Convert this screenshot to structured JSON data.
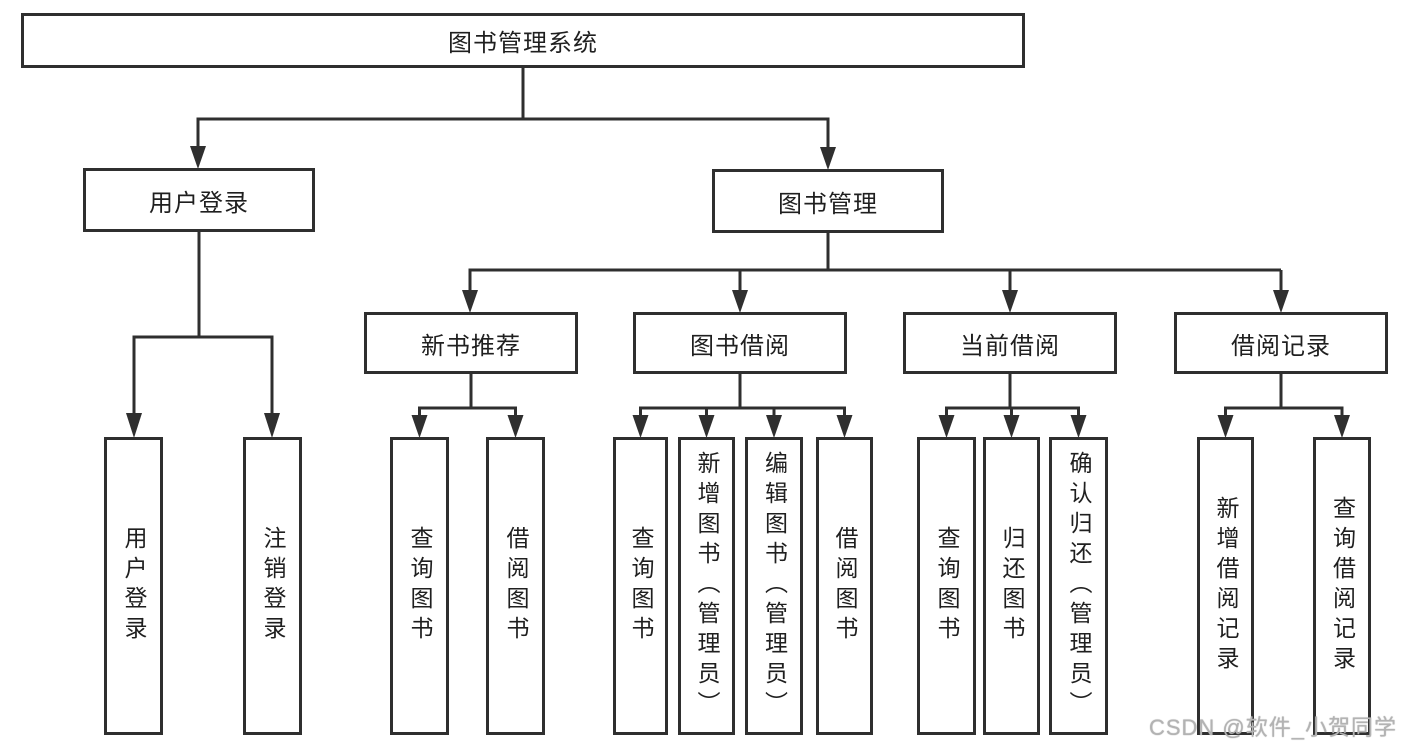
{
  "diagram": {
    "root": "图书管理系统",
    "level2": {
      "user_login": "用户登录",
      "book_management": "图书管理"
    },
    "level3": {
      "new_books": "新书推荐",
      "book_borrow": "图书借阅",
      "current_borrow": "当前借阅",
      "borrow_records": "借阅记录"
    },
    "leaves": {
      "user_login": [
        "用户登录",
        "注销登录"
      ],
      "new_books": [
        "查询图书",
        "借阅图书"
      ],
      "book_borrow": [
        "查询图书",
        "新增图书（管理员）",
        "编辑图书（管理员）",
        "借阅图书"
      ],
      "current_borrow": [
        "查询图书",
        "归还图书",
        "确认归还（管理员）"
      ],
      "borrow_records": [
        "新增借阅记录",
        "查询借阅记录"
      ]
    }
  },
  "watermark": "CSDN @软件_小贺同学",
  "colors": {
    "line": "#2f2f2f",
    "text": "#1f1f1f",
    "background": "#ffffff",
    "watermark": "#b3b3b3"
  }
}
